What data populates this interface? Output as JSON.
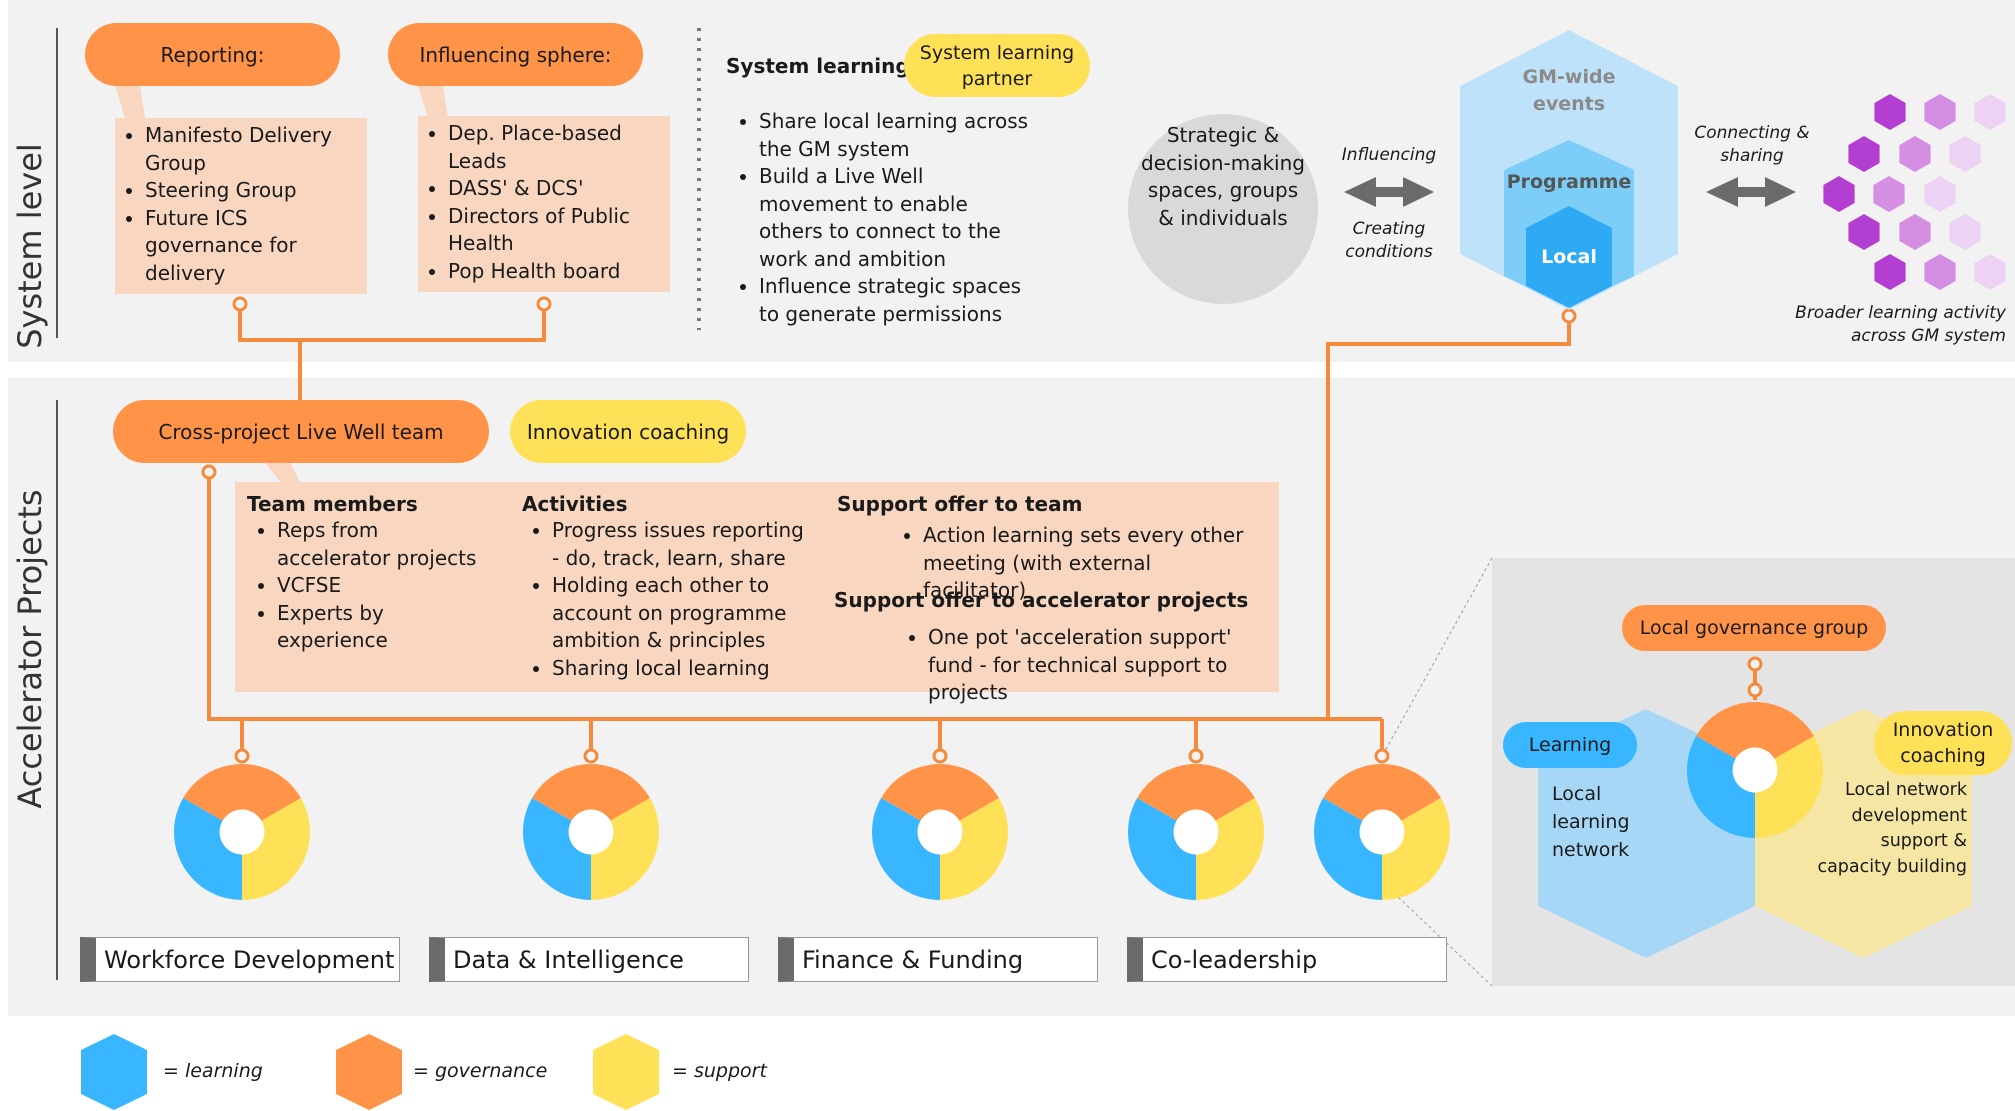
{
  "side_labels": {
    "system": "System level",
    "accelerator": "Accelerator Projects"
  },
  "reporting": {
    "label": "Reporting:",
    "items": [
      "Manifesto Delivery Group",
      "Steering Group",
      "Future ICS governance for delivery"
    ]
  },
  "influencing": {
    "label": "Influencing sphere:",
    "items": [
      "Dep. Place-based Leads",
      "DASS' & DCS'",
      "Directors of Public Health",
      "Pop Health board"
    ]
  },
  "system_learning": {
    "title": "System learning:",
    "partner_label": "System learning partner",
    "items": [
      "Share local learning across the GM system",
      "Build a Live Well movement to enable others to connect to the work and ambition",
      "Influence strategic spaces to generate permissions"
    ]
  },
  "strategic_circle": "Strategic & decision-making spaces, groups & individuals",
  "influencing_arrow": {
    "top": "Influencing",
    "bottom": "Creating conditions"
  },
  "levels": {
    "gm": "GM-wide events",
    "programme": "Programme",
    "local": "Local"
  },
  "connecting_arrow": "Connecting & sharing",
  "broader_caption": "Broader learning activity across GM system",
  "cross_project": {
    "label": "Cross-project Live Well team",
    "coaching": "Innovation coaching"
  },
  "team_members": {
    "title": "Team members",
    "items": [
      "Reps from accelerator projects",
      "VCFSE",
      "Experts by experience"
    ]
  },
  "activities": {
    "title": "Activities",
    "items": [
      "Progress issues reporting - do, track, learn, share",
      "Holding each other to account on programme ambition & principles",
      "Sharing local learning"
    ]
  },
  "support_team": {
    "title": "Support offer to team",
    "item": "Action learning sets every other meeting (with external facilitator)"
  },
  "support_projects": {
    "title": "Support offer to accelerator projects",
    "item": "One pot 'acceleration support' fund - for technical support to projects"
  },
  "projects": [
    "Workforce Development",
    "Data & Intelligence",
    "Finance & Funding",
    "Co-leadership"
  ],
  "local_detail": {
    "governance": "Local governance group",
    "learning": "Learning",
    "coaching": "Innovation coaching",
    "local_network": "Local learning network",
    "support_text": "Local network development support & capacity building"
  },
  "legend": [
    {
      "color": "#38b6ff",
      "label": "= learning"
    },
    {
      "color": "#ff9449",
      "label": "= governance"
    },
    {
      "color": "#ffe157",
      "label": "= support"
    }
  ],
  "colors": {
    "learning": "#38b6ff",
    "governance": "#ff9449",
    "support": "#ffe157",
    "peach": "#f9d6c0",
    "line": "#f58a3c",
    "purple": "#b23fd1"
  }
}
